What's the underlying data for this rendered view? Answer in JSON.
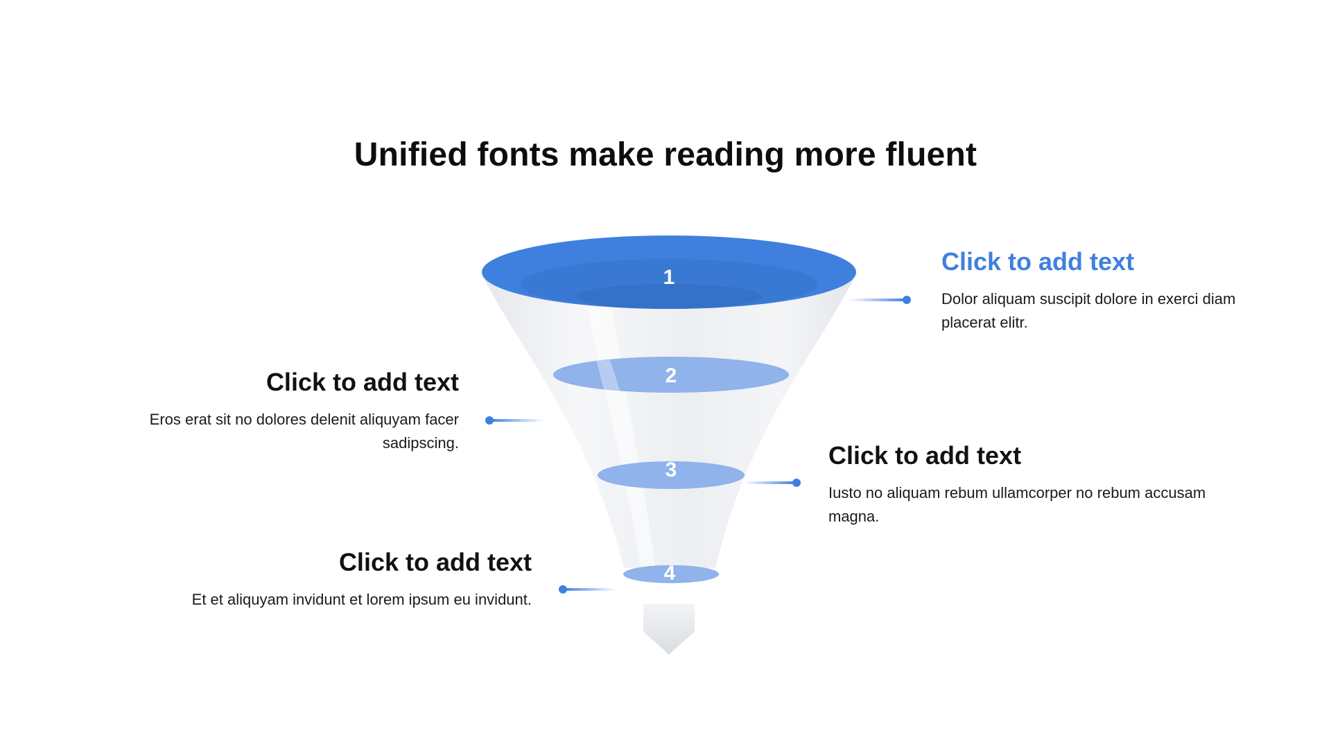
{
  "slide": {
    "title": "Unified fonts make reading more fluent"
  },
  "funnel": {
    "accent_color": "#3f80df",
    "stages": [
      {
        "number": "1",
        "heading": "Click to add text",
        "body": "Dolor aliquam suscipit dolore in exerci diam placerat elitr."
      },
      {
        "number": "2",
        "heading": "Click to add text",
        "body": "Eros erat sit no dolores delenit aliquyam facer sadipscing."
      },
      {
        "number": "3",
        "heading": "Click to add text",
        "body": "Iusto no aliquam rebum ullamcorper no rebum accusam magna."
      },
      {
        "number": "4",
        "heading": "Click to add text",
        "body": "Et et aliquyam invidunt et lorem ipsum eu invidunt."
      }
    ]
  }
}
